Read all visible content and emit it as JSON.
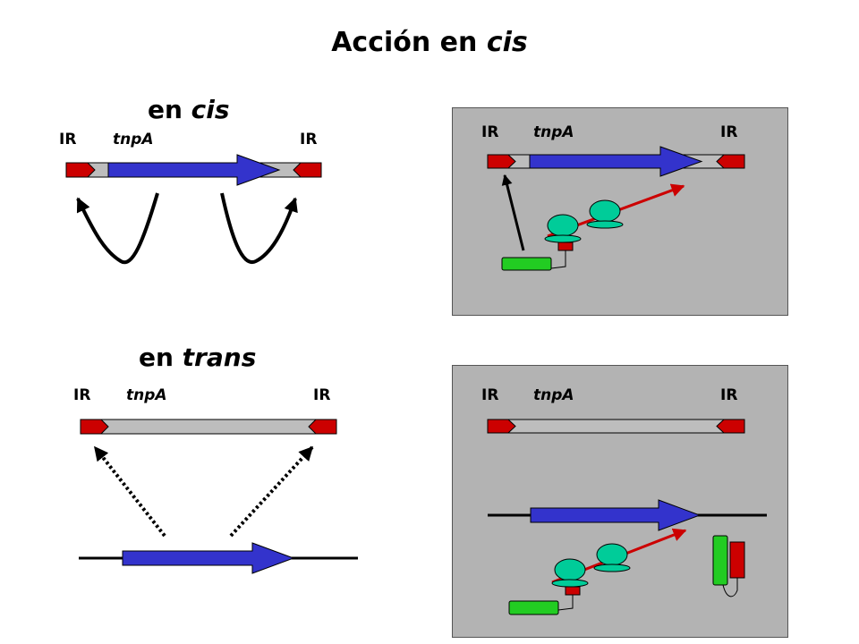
{
  "title": {
    "prefix": "Acción en ",
    "italic": "cis"
  },
  "cis_section": {
    "prefix": "en ",
    "italic": "cis"
  },
  "trans_section": {
    "prefix": "en ",
    "italic": "trans"
  },
  "labels": {
    "ir": "IR",
    "gene": "tnpA"
  },
  "colors": {
    "ir_red": "#cc0000",
    "gene_blue": "#3333cc",
    "backbone_gray": "#bdbdbd",
    "protein_green": "#00cc99",
    "tag_green": "#22cc22",
    "panel_bg": "#b3b3b3",
    "arrow_red": "#cc0000"
  }
}
